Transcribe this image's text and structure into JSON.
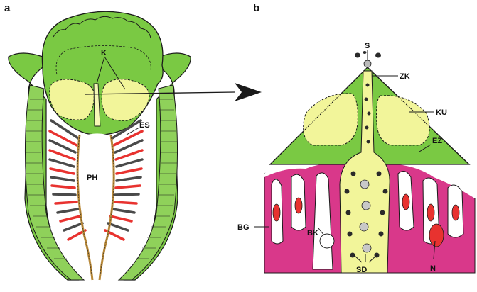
{
  "panels": {
    "a": "a",
    "b": "b"
  },
  "labels_a": {
    "K": "K",
    "ES": "ES",
    "PH": "PH"
  },
  "labels_b": {
    "S": "S",
    "ZK": "ZK",
    "KU": "KU",
    "EZ": "EZ",
    "BG": "BG",
    "BK": "BK",
    "SD": "SD",
    "N": "N"
  },
  "colors": {
    "body_green": "#7ac943",
    "yolk_yellow": "#f2f59a",
    "gill_red": "#e8322f",
    "gill_dark": "#4a4a4a",
    "tissue_magenta": "#d9388a",
    "cord_brown": "#b8893a",
    "outline": "#1a1a1a"
  }
}
